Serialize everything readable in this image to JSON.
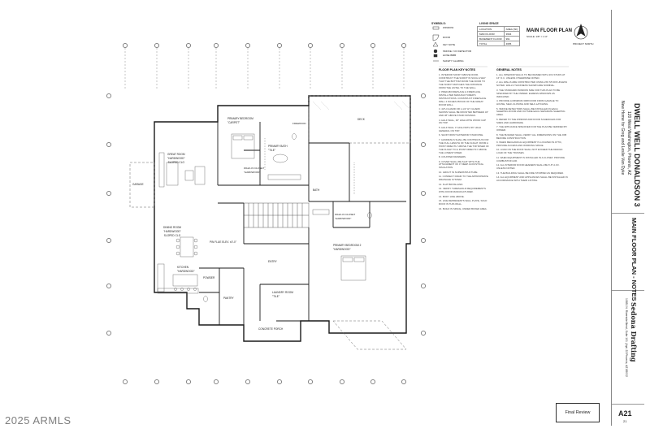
{
  "sheet": {
    "title": "MAIN FLOOR PLAN",
    "subtitle": "SCALE: 1/8\" = 1'-0\"",
    "north_label": "PROJECT NORTH",
    "watermark": "2025 ARMLS",
    "final_review": "Final Review"
  },
  "symbols": {
    "header": "SYMBOLS:",
    "items": [
      "WINDOW",
      "DOOR",
      "KEY NOTE",
      "SMOKE / CO DETECTOR",
      "HOSE BIBB",
      "SAFETY GLAZING"
    ]
  },
  "living_space": {
    "header": "LIVING SPACE",
    "rows": [
      [
        "LOCATION",
        "AREA (SF)"
      ],
      [
        "MAIN FLOOR",
        "3964"
      ],
      [
        "BASEMENT FLOOR",
        "991"
      ],
      [
        "TOTAL",
        "4955"
      ]
    ]
  },
  "floor_plan_notes": {
    "header": "FLOOR PLAN KEY NOTES",
    "items": [
      "1. INTERIOR SOFFIT ABOVE DOOR, CONSTRUCT THE SOFFIT IN SUCH A WAY THAT THE BOTTOM FROM THE DOOR TO THE SOFFIT MATCHES THE DISTANCE FROM THE LINTEL TO THE WALL.",
      "2. PREFAB FIREPLACE & FIREPLACE. INSTALL PER MANUFACTURER'S INSTRUCTIONS. CONSTRUCT FIREPLACE WALL 4 INCHES PROUD OF THE GREAT ROOM WALL.",
      "3. 42\"H GUARD OR 1-1/2\" HT. GUARD SHOWN SHALL BE MOUNTED BETWEEN 34\" AND 38\" ABOVE STAIR NOSINGS.",
      "4. HALF WALL, 36\" HIGH WITH WOOD CAP ON TOP.",
      "5. HALF WALL 4\" HIGH WITH 36\" HIGH GENERAL ON TOP.",
      "6. SHOP FRONT EXTERIOR STAIR RISE.",
      "7. HANDRAILS SHALL BE CONTINUOUS FOR THE FULL LENGTH OF THE FLIGHT, FROM A POINT DIRECTLY ABOVE THE TOP RISER OF THE FLIGHT TO A POINT DIRECTLY ABOVE THE LOWEST RISER.",
      "8. COUNTER DRAWERS.",
      "9. COVER SHALL BE SLAT WITH THE ATTACHMENT OF 4\" DEEP ACOUSTICAL INSULATION.",
      "10. GROUT IN SUPERSTRUCTURE.",
      "11. CONNECT DRAIN TO THE APPROPRIATE DRAINAGE SYSTEM.",
      "12. FLAT BRUSH AND.",
      "13. VERIFY THRESHOLD REQUIREMENTS WITH DOOR MANUFACTURER.",
      "14. BODY LINE ABOVE.",
      "15. LINE REPRESENTS WALL PLATE, SOLD ROOF IN THIS WALL.",
      "16. BUILD IN SPACE, UNDER BOXED AREA."
    ]
  },
  "general_notes": {
    "header": "GENERAL NOTES",
    "items": [
      "1. ALL INTERIOR WALLS TO BE FRAMED WITH 2X4 STUDS AT 16\" O.C. UNLESS OTHERWISE NOTED.",
      "2. ALL WALLS ARE CONSTRUCTED USING 2X6 STUDS UNLESS NOTED. WALLS THICKNESS SHOWN ARE NOMINAL.",
      "3. THE STANDARD WINDOW SIZE FOR THIS PLAN TO BE SPECIFIED BY THE OWNER. EGRESS WINDOWS AS INDICATED.",
      "4. PROVIDE A MINIMUM 3068 DOOR FROM GARAGE TO HOUSE, SELF-CLOSING AND SELF-LATCHING.",
      "5. SMOKE DETECTORS SHALL BE INSTALLED IN EACH SLEEPING ROOM AND OUTSIDE EACH SEPARATE SLEEPING AREA.",
      "6. REFER TO THE WINDOW AND DOOR SCHEDULES FOR SIZES AND HARDWARE.",
      "7. THE APPLIANCE SPECIFIED FOR THE PLAN BE VERIFIED BY OWNER.",
      "8. THE BUILDER SHALL VERIFY ALL DIMENSIONS ON THE JOB BEFORE CONSTRUCTION.",
      "9. WHEN MECHANICAL EQUIPMENT IS LOCATED IN ATTIC, PROVIDE ACCESS AND WORKING SPACE.",
      "10. LOAD ON THE ROOF SHALL NOT EXCEED THE DESIGN LOAD OF THE TRUSSES.",
      "11. WHEN EQUIPMENT IS INSTALLED IN A CLOSET, PROVIDE COMBUSTION AIR.",
      "12. ALL INTERIOR DOOR HEADERS SHALL BE 6'-8\" A.F.F. UNLESS NOTED.",
      "13. THE BUILDING SHALL BE FIRE STOPPED AS REQUIRED.",
      "14. ALL EQUIPMENT AND APPLIANCES SHALL BE INSTALLED IN ACCORDANCE WITH THEIR LISTING."
    ]
  },
  "rooms": [
    {
      "name": "GREAT ROOM",
      "finish": "\"HARDWOOD\"",
      "clg": "SLOPED CLG"
    },
    {
      "name": "DINING ROOM",
      "finish": "\"HARDWOOD\"",
      "clg": "SLOPED CLG"
    },
    {
      "name": "KITCHEN",
      "finish": "\"HARDWOOD\"",
      "clg": ""
    },
    {
      "name": "PRIMARY BEDROOM",
      "finish": "\"CARPET\"",
      "clg": ""
    },
    {
      "name": "PRIMARY BATH",
      "finish": "\"TILE\"",
      "clg": ""
    },
    {
      "name": "WALK-IN CLOSET",
      "finish": "\"HARDWOOD\"",
      "clg": ""
    },
    {
      "name": "DECK",
      "finish": "",
      "clg": ""
    },
    {
      "name": "PRIMARY BEDROOM 2",
      "finish": "\"HARDWOOD\"",
      "clg": ""
    },
    {
      "name": "WALK-IN CLOSET",
      "finish": "\"HARDWOOD\"",
      "clg": ""
    },
    {
      "name": "LAUNDRY ROOM",
      "finish": "\"TILE\"",
      "clg": ""
    },
    {
      "name": "PANTRY",
      "finish": "",
      "clg": ""
    },
    {
      "name": "POWDER",
      "finish": "",
      "clg": ""
    },
    {
      "name": "CONCRETE PORCH",
      "finish": "",
      "clg": ""
    },
    {
      "name": "BATH",
      "finish": "",
      "clg": ""
    },
    {
      "name": "ENTRY",
      "finish": "",
      "clg": ""
    },
    {
      "name": "GARAGE",
      "finish": "",
      "clg": ""
    }
  ],
  "labels": {
    "pin_flue": "PIN FLUE ELEV. ±0'-0\"",
    "firewood": "FIREWOOD"
  },
  "title_block": {
    "project": "DWELL WELL DONALDSON 3",
    "address": "120 West Washington, Phoenix, AZ",
    "client": "New Home for Greg and Leslie Van Dyke",
    "sheet_name": "MAIN FLOOR PLAN - NOTES",
    "firm": "Sedona Drafting",
    "firm_addr": "10851 N. Riverside Bend, Suite 101 | Apt. 22 Phoenix, AZ 85002",
    "sheet_no": "A21",
    "page_no": "21"
  }
}
